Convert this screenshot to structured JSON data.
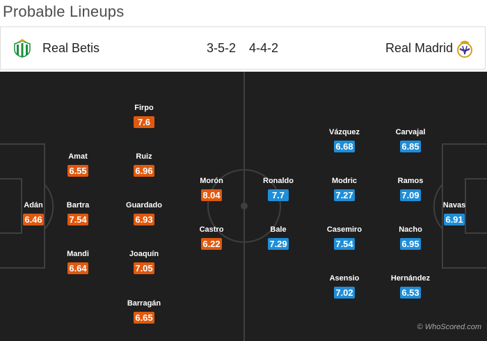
{
  "page": {
    "title": "Probable Lineups"
  },
  "match": {
    "home_team": "Real Betis",
    "home_formation": "3-5-2",
    "away_formation": "4-4-2",
    "away_team": "Real Madrid"
  },
  "colors": {
    "home_rating": "#e0590f",
    "away_rating": "#1f8ed8",
    "pitch": "#1f1f1f",
    "lines": "#3f3f3f"
  },
  "home_players": [
    {
      "name": "Adán",
      "rating": "6.46"
    },
    {
      "name": "Amat",
      "rating": "6.55"
    },
    {
      "name": "Bartra",
      "rating": "7.54"
    },
    {
      "name": "Mandi",
      "rating": "6.64"
    },
    {
      "name": "Firpo",
      "rating": "7.6"
    },
    {
      "name": "Ruiz",
      "rating": "6.96"
    },
    {
      "name": "Guardado",
      "rating": "6.93"
    },
    {
      "name": "Joaquín",
      "rating": "7.05"
    },
    {
      "name": "Barragán",
      "rating": "6.65"
    },
    {
      "name": "Morón",
      "rating": "8.04"
    },
    {
      "name": "Castro",
      "rating": "6.22"
    }
  ],
  "away_players": [
    {
      "name": "Ronaldo",
      "rating": "7.7"
    },
    {
      "name": "Bale",
      "rating": "7.29"
    },
    {
      "name": "Vázquez",
      "rating": "6.68"
    },
    {
      "name": "Modric",
      "rating": "7.27"
    },
    {
      "name": "Casemiro",
      "rating": "7.54"
    },
    {
      "name": "Asensio",
      "rating": "7.02"
    },
    {
      "name": "Carvajal",
      "rating": "6.85"
    },
    {
      "name": "Ramos",
      "rating": "7.09"
    },
    {
      "name": "Nacho",
      "rating": "6.95"
    },
    {
      "name": "Hernández",
      "rating": "6.53"
    },
    {
      "name": "Navas",
      "rating": "6.91"
    }
  ],
  "watermark": "© WhoScored.com"
}
